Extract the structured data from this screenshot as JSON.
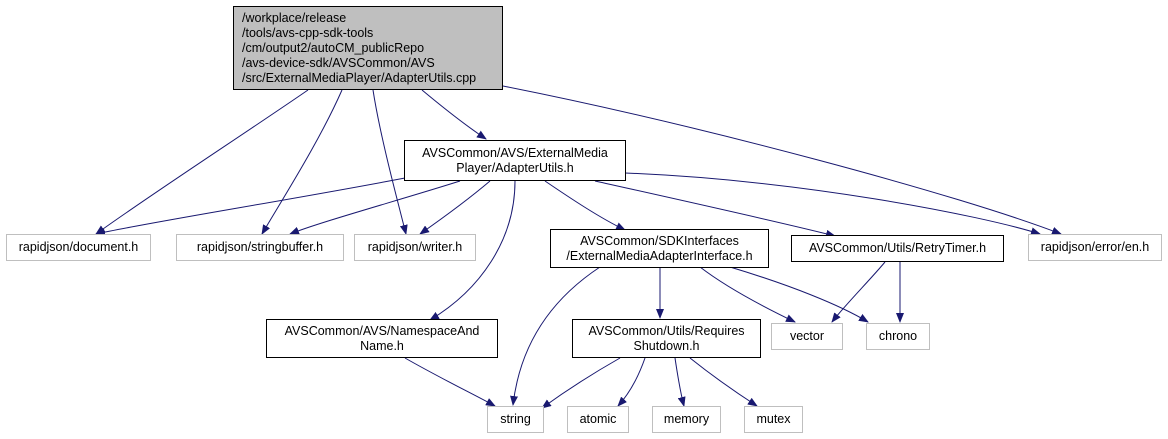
{
  "colors": {
    "edge": "#191970",
    "root_fill": "#bfbfbf",
    "external_border": "#bfbfbf",
    "internal_border": "#000000"
  },
  "nodes": {
    "root": {
      "lines": [
        "/workplace/release",
        "/tools/avs-cpp-sdk-tools",
        "/cm/output2/autoCM_publicRepo",
        "/avs-device-sdk/AVSCommon/AVS",
        "/src/ExternalMediaPlayer/AdapterUtils.cpp"
      ]
    },
    "adapter_utils_h": {
      "lines": [
        "AVSCommon/AVS/ExternalMedia",
        "Player/AdapterUtils.h"
      ]
    },
    "rapidjson_document": {
      "lines": [
        "rapidjson/document.h"
      ]
    },
    "rapidjson_stringbuffer": {
      "lines": [
        "rapidjson/stringbuffer.h"
      ]
    },
    "rapidjson_writer": {
      "lines": [
        "rapidjson/writer.h"
      ]
    },
    "external_media_adapter_interface": {
      "lines": [
        "AVSCommon/SDKInterfaces",
        "/ExternalMediaAdapterInterface.h"
      ]
    },
    "retry_timer": {
      "lines": [
        "AVSCommon/Utils/RetryTimer.h"
      ]
    },
    "rapidjson_error_en": {
      "lines": [
        "rapidjson/error/en.h"
      ]
    },
    "namespace_and_name": {
      "lines": [
        "AVSCommon/AVS/NamespaceAnd",
        "Name.h"
      ]
    },
    "requires_shutdown": {
      "lines": [
        "AVSCommon/Utils/Requires",
        "Shutdown.h"
      ]
    },
    "vector": {
      "lines": [
        "vector"
      ]
    },
    "chrono": {
      "lines": [
        "chrono"
      ]
    },
    "string": {
      "lines": [
        "string"
      ]
    },
    "atomic": {
      "lines": [
        "atomic"
      ]
    },
    "memory": {
      "lines": [
        "memory"
      ]
    },
    "mutex": {
      "lines": [
        "mutex"
      ]
    }
  }
}
